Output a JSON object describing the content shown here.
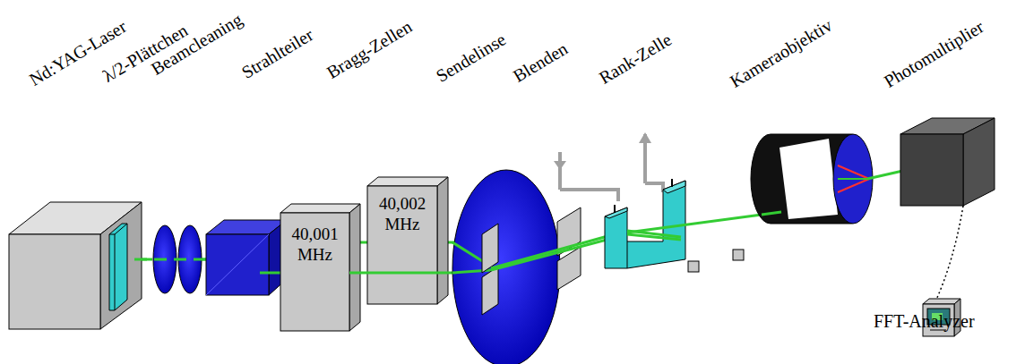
{
  "diagram": {
    "nodes": [
      {
        "text": [
          "40,001 MHz"
        ]
      },
      {
        "text": [
          "40,002 MHz"
        ]
      }
    ],
    "labels": [
      "Nd:YAG-Laser",
      "λ/2-Plättchen",
      "Beamcleaning",
      "Strahlteiler",
      "Bragg-Zellen",
      "Sendelinse",
      "Blenden",
      "Rank-Zelle",
      "Kameraobjektiv",
      "Photomultiplier",
      "FFT-Analyzer"
    ]
  }
}
